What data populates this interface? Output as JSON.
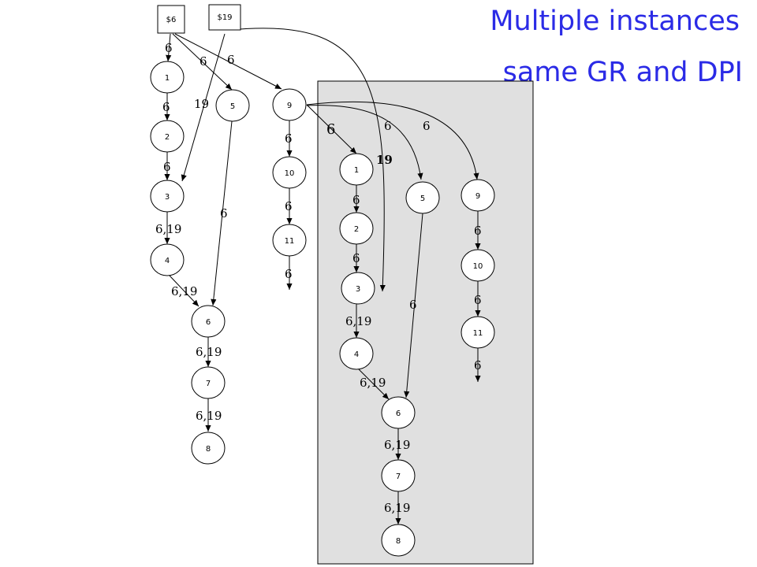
{
  "title": {
    "line1": "Multiple instances",
    "line2": "same GR and DPI"
  },
  "colors": {
    "title": "#2b2be6",
    "highlight_box": "#e0e0e0"
  },
  "sources": [
    "$6",
    "$19"
  ],
  "left_graph": {
    "nodes": [
      "1",
      "2",
      "3",
      "4",
      "5",
      "6",
      "7",
      "8",
      "9",
      "10",
      "11"
    ],
    "edge_labels": [
      "6",
      "6",
      "6",
      "19",
      "6",
      "6",
      "6",
      "6,19",
      "6,19",
      "6",
      "6,19",
      "6,19",
      "6",
      "6",
      "6"
    ]
  },
  "highlighted_graph": {
    "nodes": [
      "1",
      "2",
      "3",
      "4",
      "5",
      "6",
      "7",
      "8",
      "9",
      "10",
      "11"
    ],
    "edge_labels": [
      "6",
      "6",
      "6",
      "19",
      "6",
      "6",
      "6,19",
      "6,19",
      "6",
      "6,19",
      "6,19",
      "6",
      "6",
      "6"
    ]
  }
}
